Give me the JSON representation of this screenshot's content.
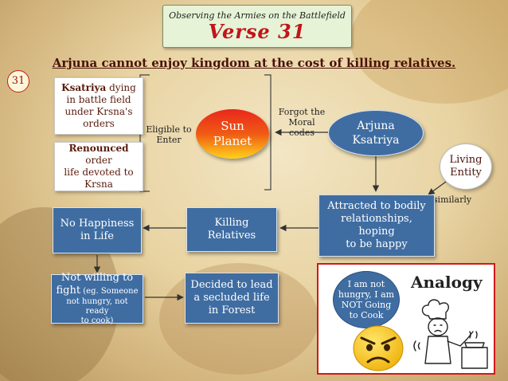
{
  "header": {
    "subtitle": "Observing the Armies on the Battlefield",
    "title": "Verse 31",
    "tagline": "Arjuna cannot enjoy kingdom at the cost of killing relatives.",
    "badge": "31"
  },
  "nodes": {
    "ksatriya_dying": {
      "l1a": "Ksatriya",
      "l1b": " dying",
      "l2": "in battle field",
      "l3": "under Krsna's",
      "l4": "orders"
    },
    "renounced": {
      "l1a": "Renounced",
      "l1b": " order",
      "l2": "life devoted to",
      "l3": "Krsna"
    },
    "sun_planet": {
      "l1": "Sun",
      "l2": "Planet"
    },
    "arjuna": {
      "l1": "Arjuna",
      "l2": "Ksatriya"
    },
    "living_entity": {
      "l1": "Living",
      "l2": "Entity"
    },
    "attracted": {
      "l1": "Attracted to bodily",
      "l2": "relationships, hoping",
      "l3": "to be happy"
    },
    "killing": {
      "l1": "Killing",
      "l2": "Relatives"
    },
    "no_happiness": {
      "l1": "No Happiness",
      "l2": "in Life"
    },
    "not_willing": {
      "l1": "Not willing to",
      "l2a": "fight",
      "l2b": " (eg. Someone",
      "l3": "not hungry, not ready",
      "l4": "to cook)"
    },
    "secluded": {
      "l1": "Decided to lead",
      "l2": "a secluded life",
      "l3": "in Forest"
    }
  },
  "labels": {
    "eligible": {
      "l1": "Eligible to",
      "l2": "Enter"
    },
    "forgot": {
      "l1": "Forgot the",
      "l2": "Moral codes"
    },
    "similarly": "similarly"
  },
  "analogy": {
    "title": "Analogy",
    "bubble": {
      "l1": "I am not",
      "l2": "hungry, I am",
      "l3": "NOT Going",
      "l4": "to Cook"
    }
  },
  "colors": {
    "box_blue": "#3f6da2",
    "text_maroon": "#5a1b0c",
    "sun_red": "#e8281c",
    "sun_yellow": "#ffd21a",
    "analogy_border": "#d11a1a",
    "emoji_yellow": "#f7c615"
  }
}
